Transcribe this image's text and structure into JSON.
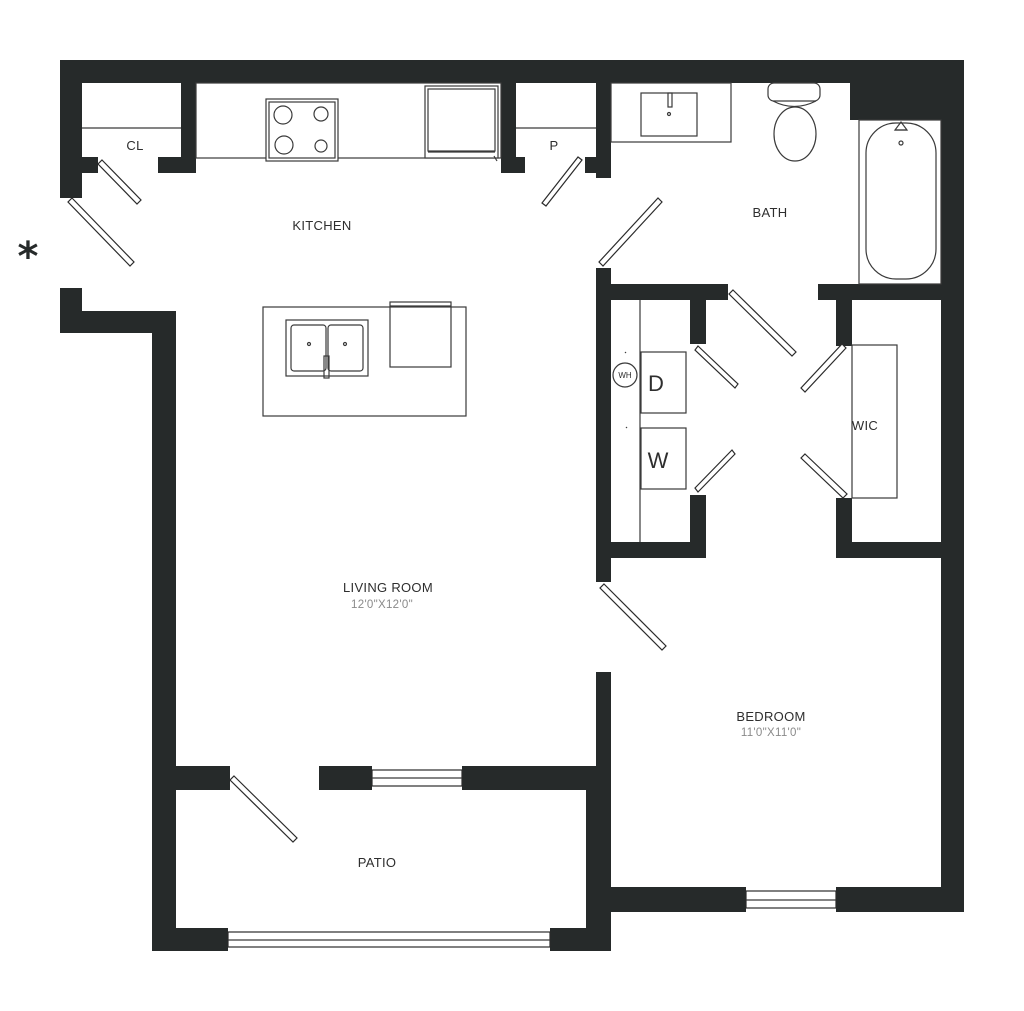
{
  "rooms": {
    "kitchen": {
      "name": "KITCHEN"
    },
    "living_room": {
      "name": "LIVING ROOM",
      "size": "12'0\"X12'0\""
    },
    "bath": {
      "name": "BATH"
    },
    "wic": {
      "name": "WIC"
    },
    "bedroom": {
      "name": "BEDROOM",
      "size": "11'0\"X11'0\""
    },
    "patio": {
      "name": "PATIO"
    },
    "closet": {
      "name": "CL"
    },
    "pantry": {
      "name": "P"
    }
  },
  "appliances": {
    "dryer": "D",
    "washer": "W",
    "water_heater": "WH"
  },
  "entry_marker": "*",
  "colors": {
    "wall": "#262a2a",
    "background": "#ffffff",
    "fixture_line": "#3a3a3a",
    "dimension_text": "#8a8a8a"
  }
}
